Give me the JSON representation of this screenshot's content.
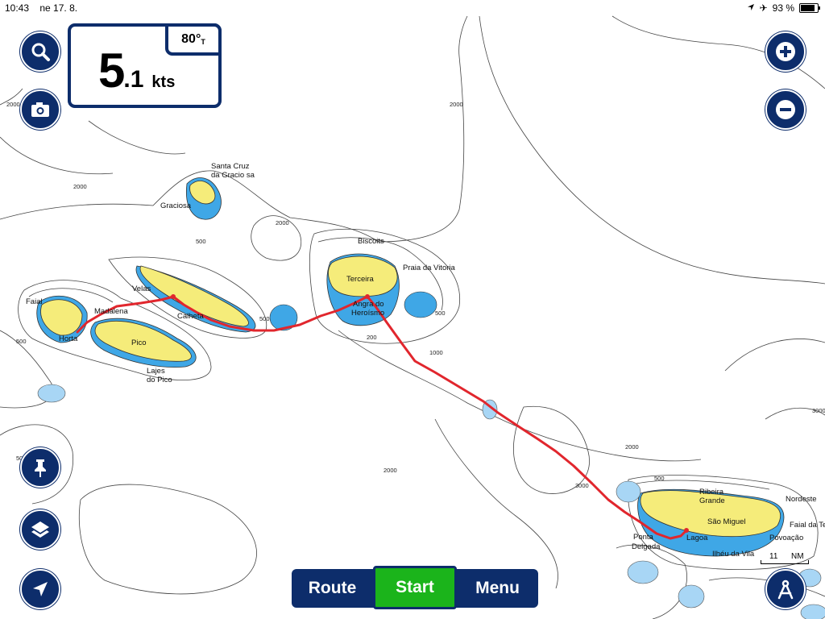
{
  "status": {
    "time": "10:43",
    "date": "ne 17. 8.",
    "battery": "93 %",
    "battery_level": 0.93
  },
  "instrument": {
    "heading_value": "80°",
    "heading_ref": "T",
    "speed_int": "5",
    "speed_dec": ".1",
    "speed_unit": "kts"
  },
  "bottom_bar": {
    "route_label": "Route",
    "start_label": "Start",
    "menu_label": "Menu"
  },
  "scale": {
    "value": "11",
    "unit": "NM"
  },
  "map": {
    "places": {
      "santa_cruz_1": "Santa Cruz",
      "santa_cruz_2": "da Gracio sa",
      "graciosa": "Graciosa",
      "velas": "Velas",
      "calheta": "Calheta",
      "madalena": "Madalena",
      "faial": "Faial",
      "horta": "Horta",
      "pico": "Pico",
      "lajes_1": "Lajes",
      "lajes_2": "do Pico",
      "biscoits": "Biscoits",
      "praia": "Praia da Vitoria",
      "terceira": "Terceira",
      "angra_1": "Angra do",
      "angra_2": "Heroísmo",
      "ribeira_1": "Ribeira",
      "ribeira_2": "Grande",
      "nordeste": "Nordeste",
      "sao_miguel": "São Miguel",
      "faial_da_terra": "Faial da Te",
      "povoacao": "Povoação",
      "lagoa": "Lagoa",
      "ponta_1": "Ponta",
      "ponta_2": "Delgada",
      "ilheu": "Ilhéu da Vila"
    },
    "depths": {
      "d2000": "2000",
      "d500": "500",
      "d200": "200",
      "d1000": "1000",
      "d3000": "3000"
    }
  },
  "colors": {
    "nav_blue": "#0d2d6b",
    "start_green": "#1bb41b",
    "land_yellow": "#f5ec7a",
    "shallow_blue": "#3fa7e6",
    "light_blue": "#a8d6f5",
    "track_red": "#e1262d"
  }
}
